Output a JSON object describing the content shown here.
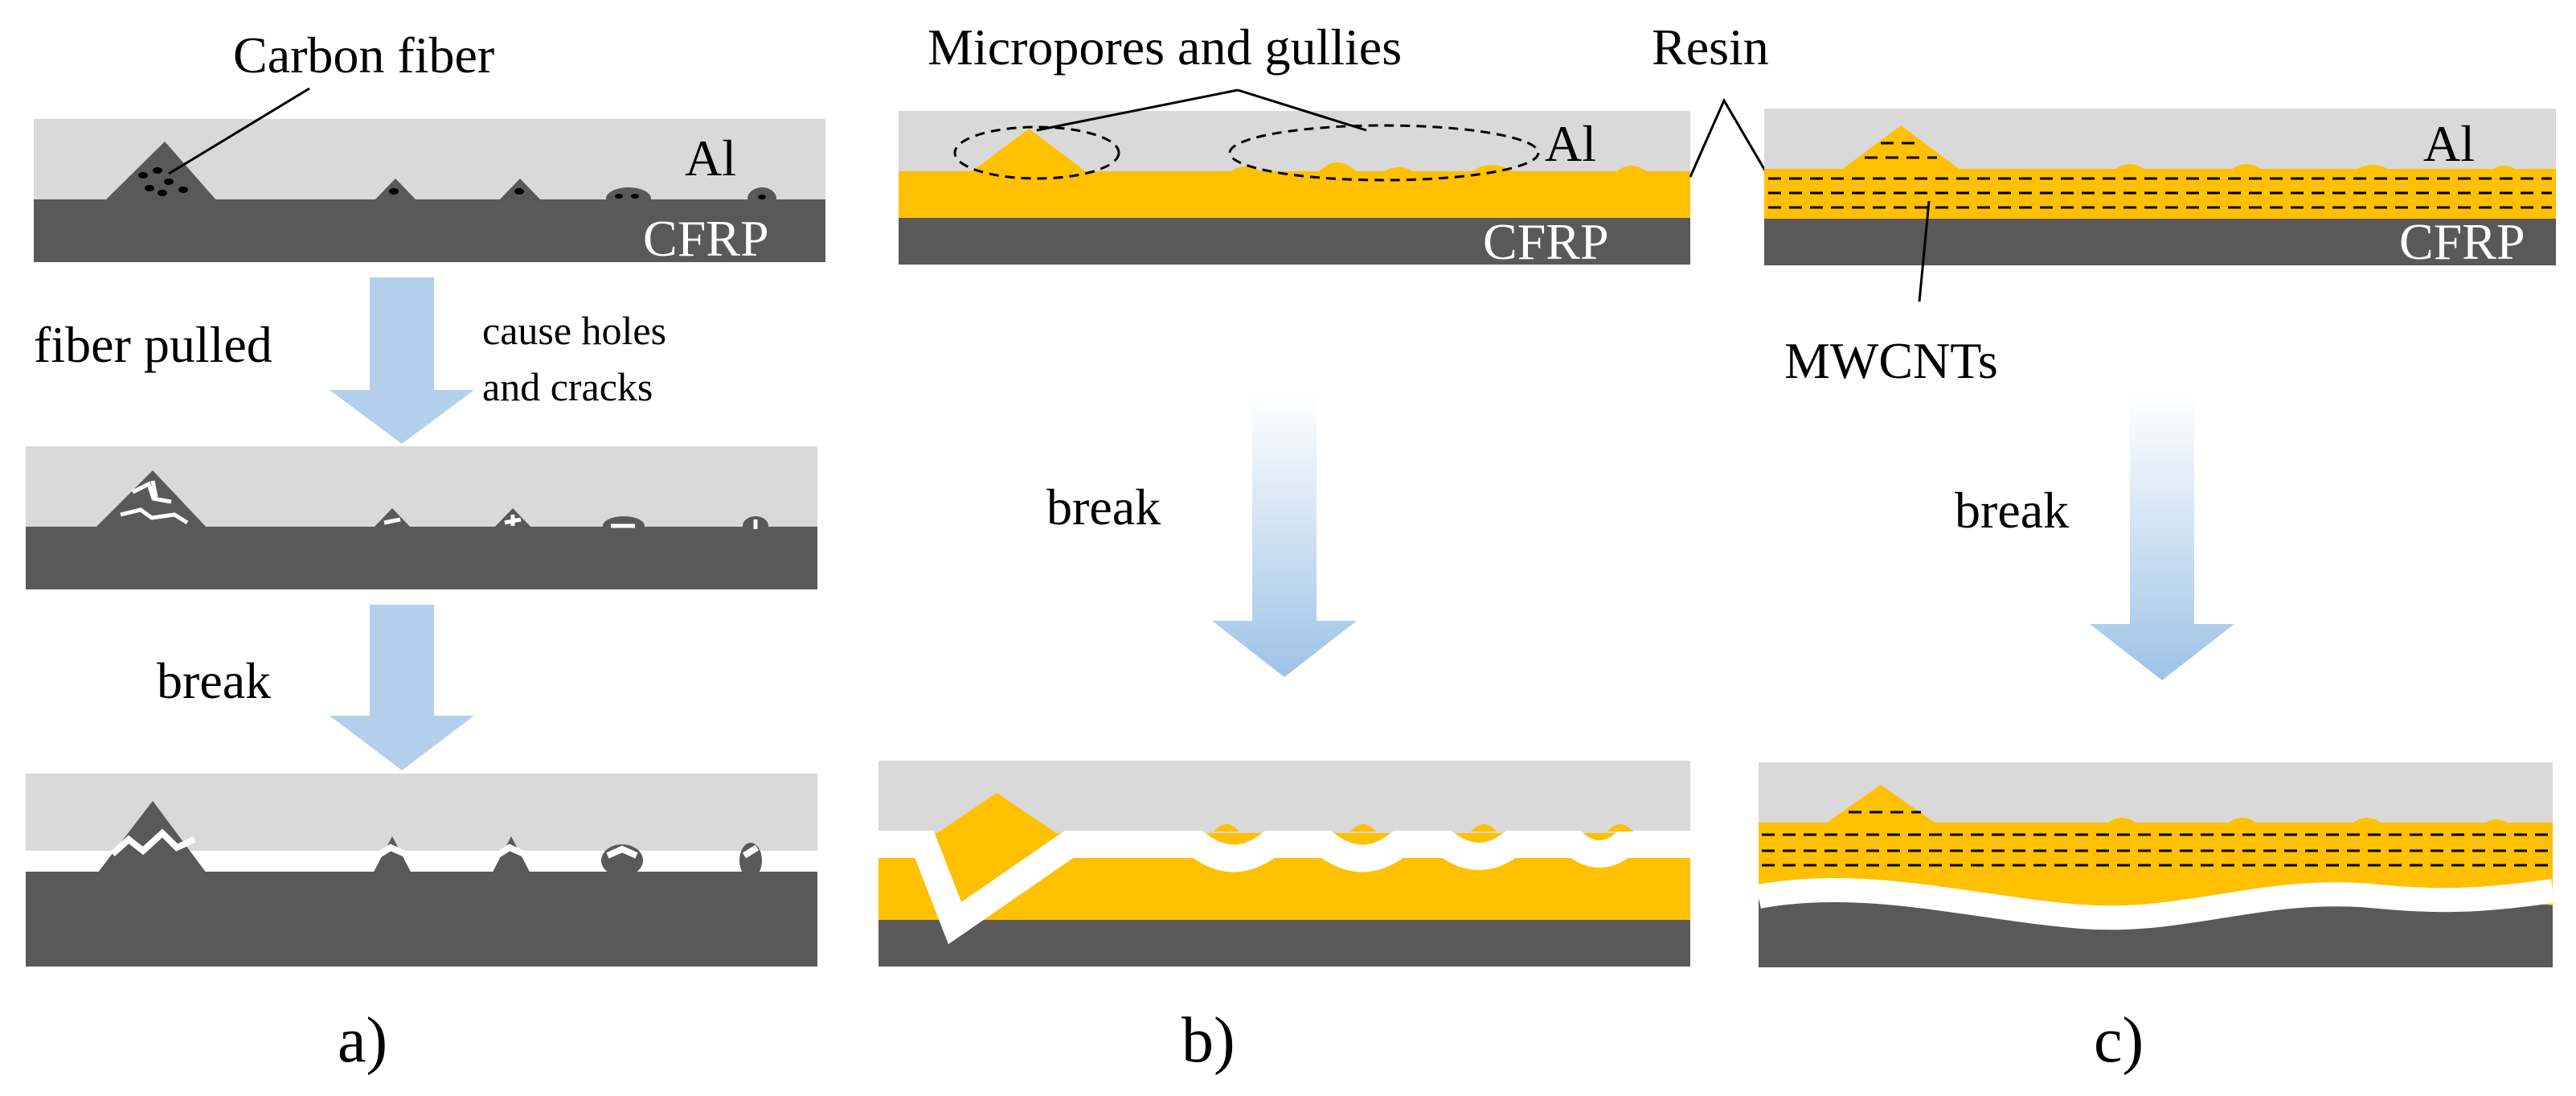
{
  "labels": {
    "carbon_fiber": "Carbon fiber",
    "al": "Al",
    "cfrp": "CFRP",
    "fiber_pulled": "fiber pulled",
    "cause_line1": "cause holes",
    "cause_line2": "and cracks",
    "break": "break",
    "micropores": "Micropores and gullies",
    "resin": "Resin",
    "mwcnts": "MWCNTs"
  },
  "panels": {
    "a": "a)",
    "b": "b)",
    "c": "c)"
  },
  "colors": {
    "aluminum": "#d9d9d9",
    "cfrp": "#595959",
    "resin": "#ffc000",
    "arrow_top": "#ffffff",
    "arrow_bottom": "#9dc3e6",
    "crack": "#ffffff"
  }
}
